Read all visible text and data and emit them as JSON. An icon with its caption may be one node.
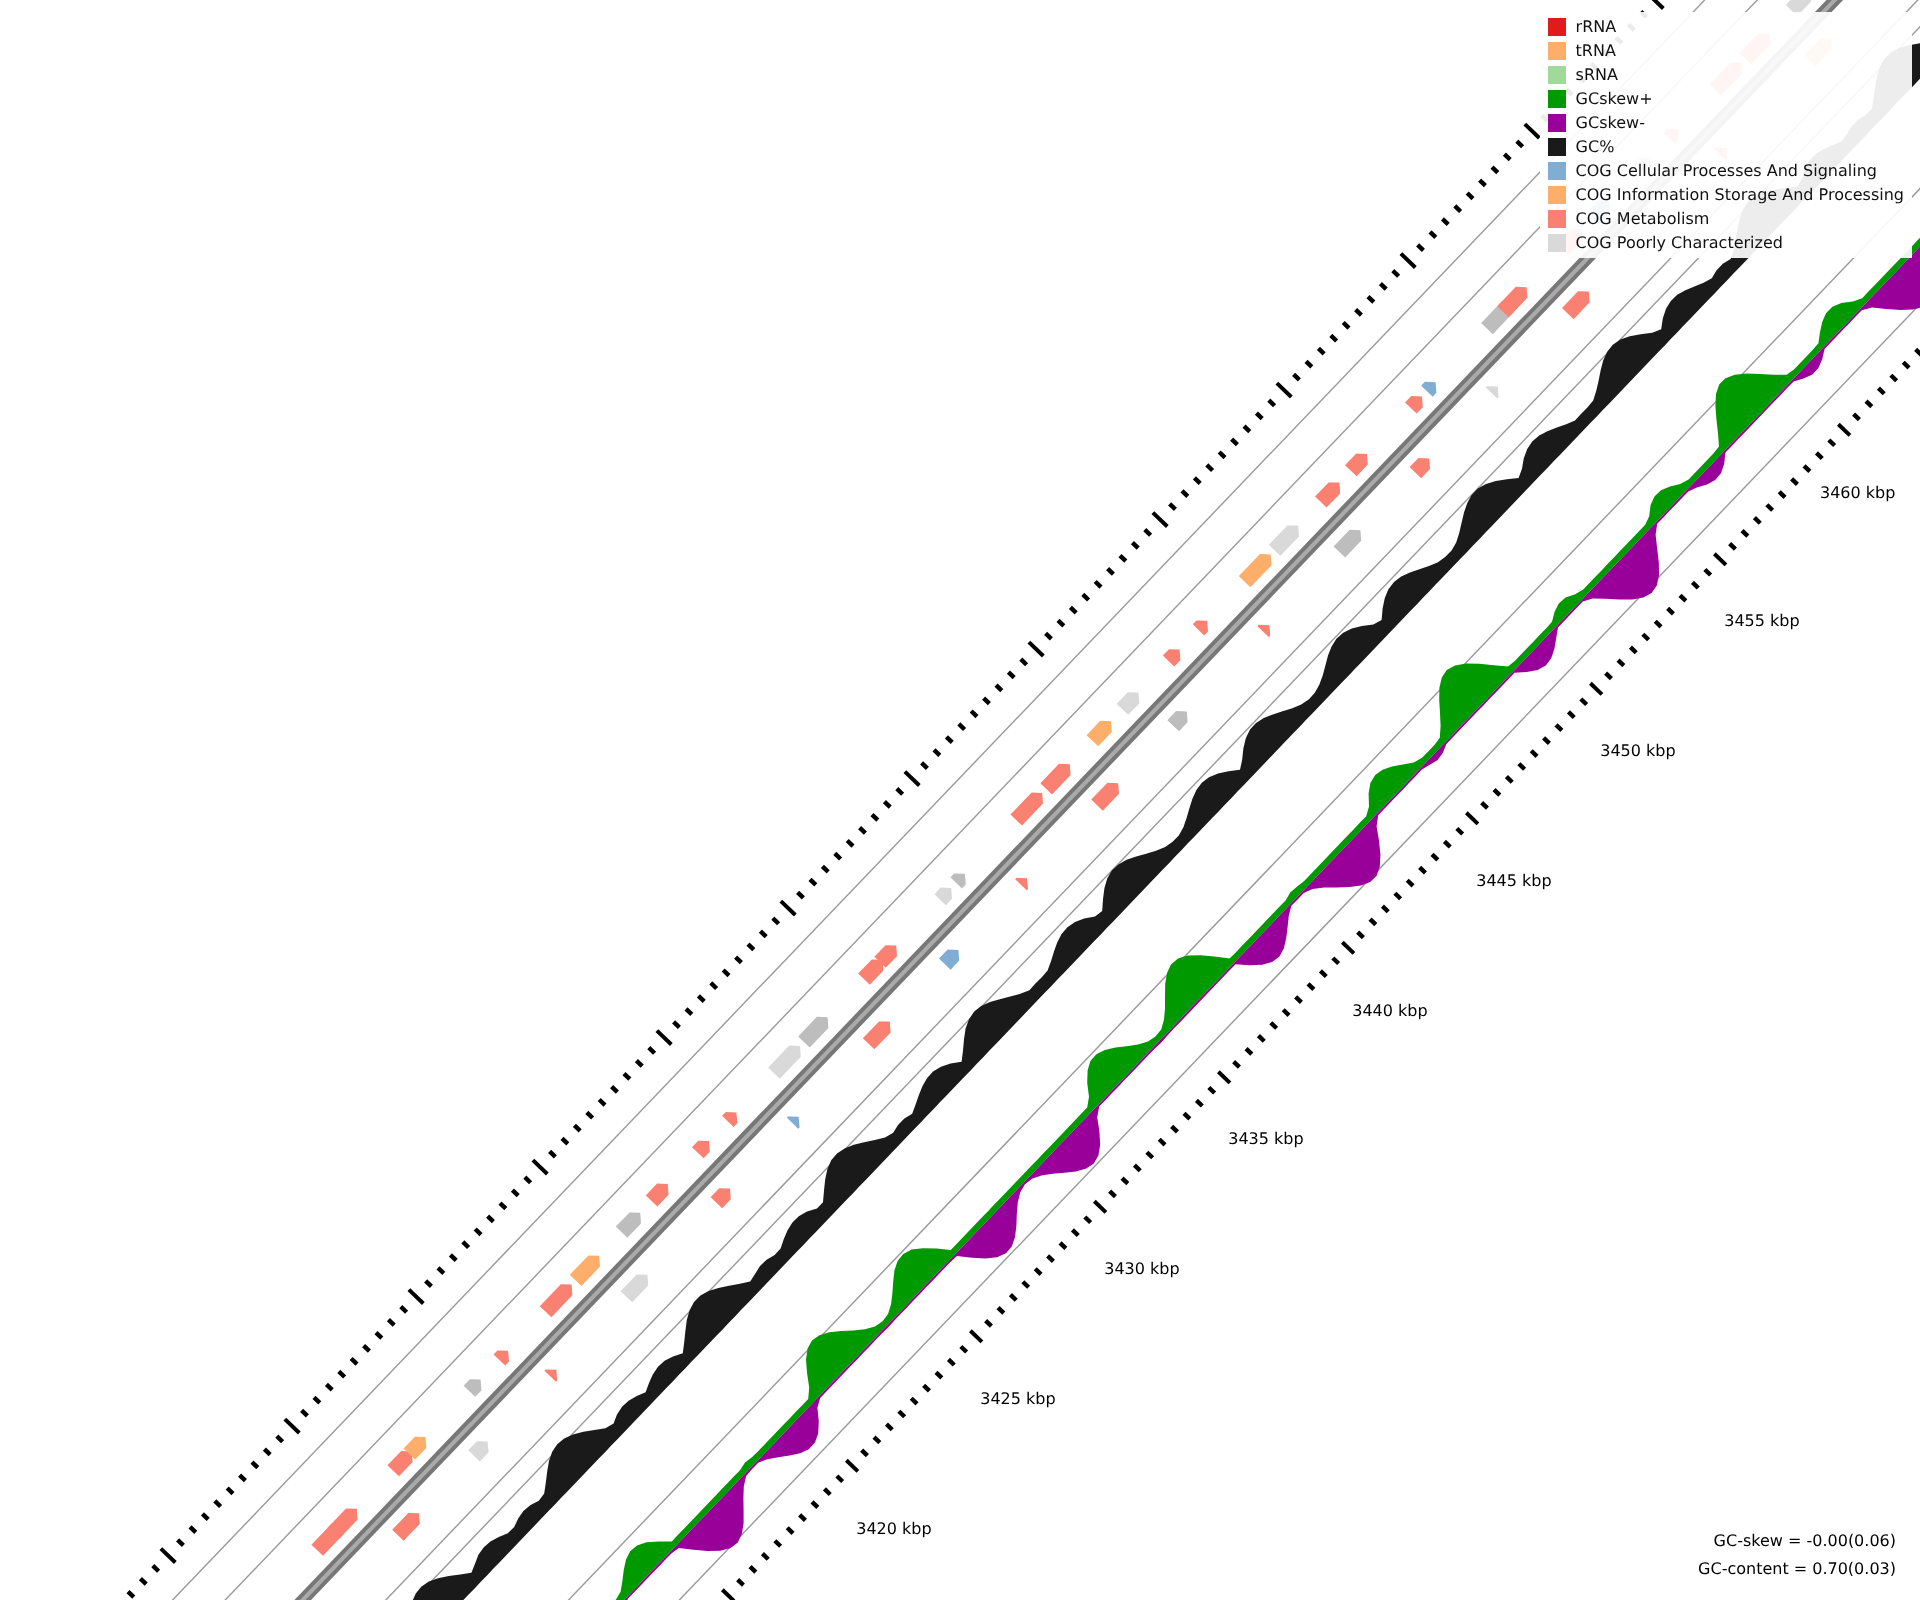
{
  "diagram": {
    "labels": [
      "3460 kbp",
      "3455 kbp",
      "3450 kbp",
      "3445 kbp",
      "3440 kbp",
      "3435 kbp",
      "3430 kbp",
      "3425 kbp",
      "3420 kbp",
      "GC-skew = -0.00(0.06)",
      "GC-content = 0.70(0.03)"
    ],
    "legend": [
      {
        "text": "rRNA",
        "color": "#e31a1c"
      },
      {
        "text": "tRNA",
        "color": "#fdae6b"
      },
      {
        "text": "sRNA",
        "color": "#a1d99b"
      },
      {
        "text": "GCskew+",
        "color": "#009900"
      },
      {
        "text": "GCskew-",
        "color": "#990099"
      },
      {
        "text": "GC%",
        "color": "#1a1a1a"
      },
      {
        "text": "COG Cellular Processes And Signaling",
        "color": "#7fadd3"
      },
      {
        "text": "COG Information Storage And Processing",
        "color": "#fdae6b"
      },
      {
        "text": "COG Metabolism",
        "color": "#fa8072"
      },
      {
        "text": "COG Poorly Characterized",
        "color": "#d9d9d9"
      }
    ]
  }
}
